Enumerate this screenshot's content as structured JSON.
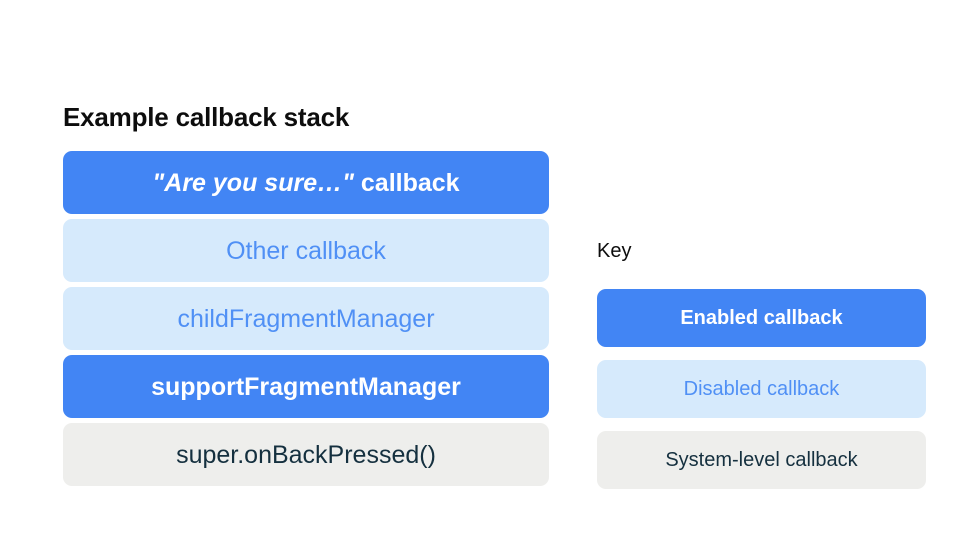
{
  "stack": {
    "title": "Example callback stack",
    "items": [
      {
        "label": "\"Are you sure…\" callback",
        "quoted_part": "\"Are you sure…\"",
        "plain_part": " callback",
        "type": "enabled"
      },
      {
        "label": "Other callback",
        "type": "disabled"
      },
      {
        "label": "childFragmentManager",
        "type": "disabled"
      },
      {
        "label": "supportFragmentManager",
        "type": "enabled"
      },
      {
        "label": "super.onBackPressed()",
        "type": "system"
      }
    ]
  },
  "key": {
    "title": "Key",
    "items": [
      {
        "label": "Enabled callback",
        "type": "enabled"
      },
      {
        "label": "Disabled callback",
        "type": "disabled"
      },
      {
        "label": "System-level callback",
        "type": "system"
      }
    ]
  },
  "colors": {
    "enabled_fill": "#4285f4",
    "enabled_text": "#ffffff",
    "disabled_fill": "#d6eafc",
    "disabled_text": "#5090f5",
    "system_fill": "#eeeeec",
    "system_text": "#15303f",
    "background": "#ffffff",
    "title_text": "#0d0d0d"
  }
}
